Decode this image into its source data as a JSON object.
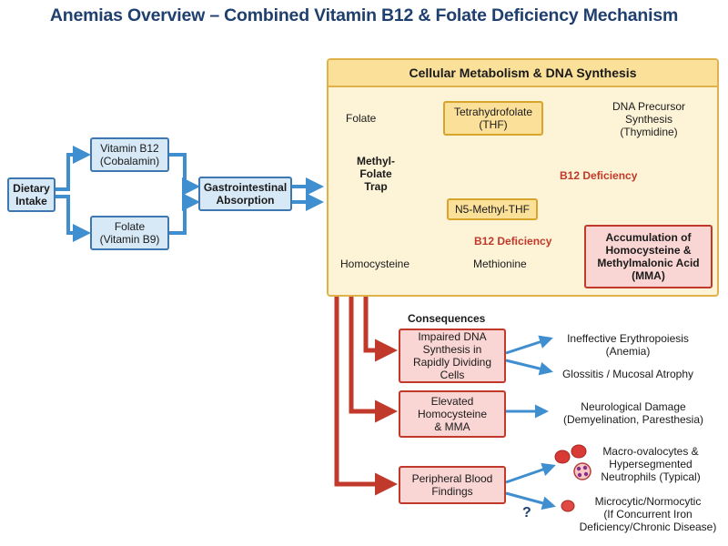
{
  "title": "Anemias Overview – Combined Vitamin B12 & Folate Deficiency Mechanism",
  "nodes": {
    "dietary_intake": "Dietary\nIntake",
    "vitamin_b12": "Vitamin B12\n(Cobalamin)",
    "folate_source": "Folate\n(Vitamin B9)",
    "gi_absorption": "Gastrointestinal\nAbsorption"
  },
  "metabolism": {
    "heading": "Cellular Metabolism & DNA Synthesis",
    "folate": "Folate",
    "thf": "Tetrahydrofolate\n(THF)",
    "dna_precursor": "DNA Precursor\nSynthesis\n(Thymidine)",
    "methyl_folate_trap": "Methyl-Folate\nTrap",
    "b12_deficiency_1": "B12 Deficiency",
    "n5_methyl_thf": "N5-Methyl-THF",
    "b12_deficiency_2": "B12 Deficiency",
    "homocysteine": "Homocysteine",
    "methionine": "Methionine",
    "accumulation": "Accumulation of\nHomocysteine &\nMethylmalonic Acid\n(MMA)"
  },
  "consequences": {
    "heading": "Consequences",
    "impaired_dna": "Impaired DNA\nSynthesis in\nRapidly Dividing\nCells",
    "elevated_homocysteine": "Elevated\nHomocysteine\n& MMA",
    "peripheral_blood": "Peripheral Blood\nFindings"
  },
  "outcomes": {
    "ineffective_erythropoiesis": "Ineffective Erythropoiesis\n(Anemia)",
    "glossitis": "Glossitis / Mucosal Atrophy",
    "neurological": "Neurological Damage\n(Demyelination, Paresthesia)",
    "macro_ovalocytes": "Macro-ovalocytes &\nHypersegmented\nNeutrophils (Typical)",
    "microcytic": "Microcytic/Normocytic\n(If Concurrent Iron\nDeficiency/Chronic Disease)",
    "question_mark": "?"
  },
  "colors": {
    "blue_arrow": "#3f8fd0",
    "red_arrow": "#c0392b",
    "title": "#1f3f6e"
  },
  "icons": [
    "red-blood-cell-icon",
    "neutrophil-icon"
  ]
}
